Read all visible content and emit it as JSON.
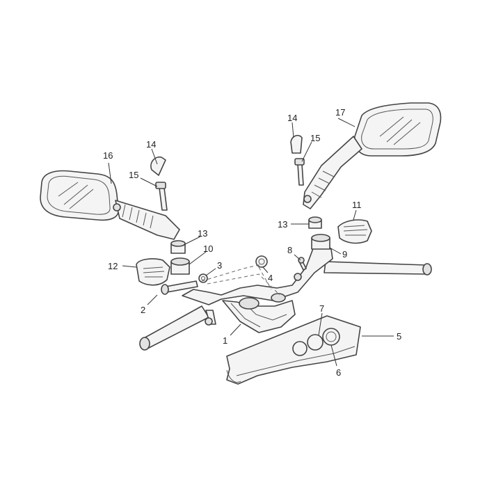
{
  "callouts": {
    "c1": "1",
    "c2": "2",
    "c3": "3",
    "c4": "4",
    "c5": "5",
    "c6": "6",
    "c7": "7",
    "c8": "8",
    "c9": "9",
    "c10": "10",
    "c11": "11",
    "c12": "12",
    "c13_left": "13",
    "c13_right": "13",
    "c14_left": "14",
    "c14_right": "14",
    "c15_left": "15",
    "c15_right": "15",
    "c16": "16",
    "c17": "17"
  },
  "colors": {
    "line": "#444444",
    "fill": "#f4f4f4",
    "background": "#ffffff"
  }
}
